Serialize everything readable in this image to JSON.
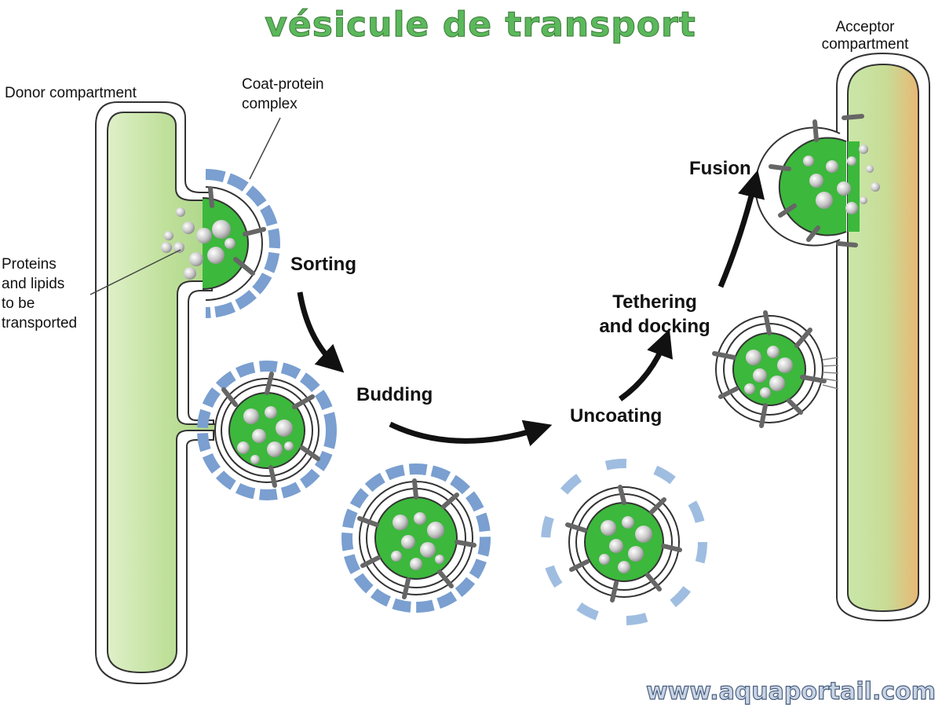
{
  "title": "vésicule de transport",
  "labels": {
    "donor": "Donor compartment",
    "coat_line1": "Coat-protein",
    "coat_line2": "complex",
    "proteins_line1": "Proteins",
    "proteins_line2": "and lipids",
    "proteins_line3": "to be",
    "proteins_line4": "transported",
    "acceptor_line1": "Acceptor",
    "acceptor_line2": "compartment"
  },
  "stages": {
    "sorting": "Sorting",
    "budding": "Budding",
    "uncoating": "Uncoating",
    "tethering_line1": "Tethering",
    "tethering_line2": "and docking",
    "fusion": "Fusion"
  },
  "watermark": "www.aquaportail.com",
  "colors": {
    "title": "#5cb85c",
    "compartment_green": "#c5e3a2",
    "vesicle_green": "#3cb83c",
    "coat_blue": "#7a9fd0",
    "acceptor_orange": "#e8b774"
  }
}
